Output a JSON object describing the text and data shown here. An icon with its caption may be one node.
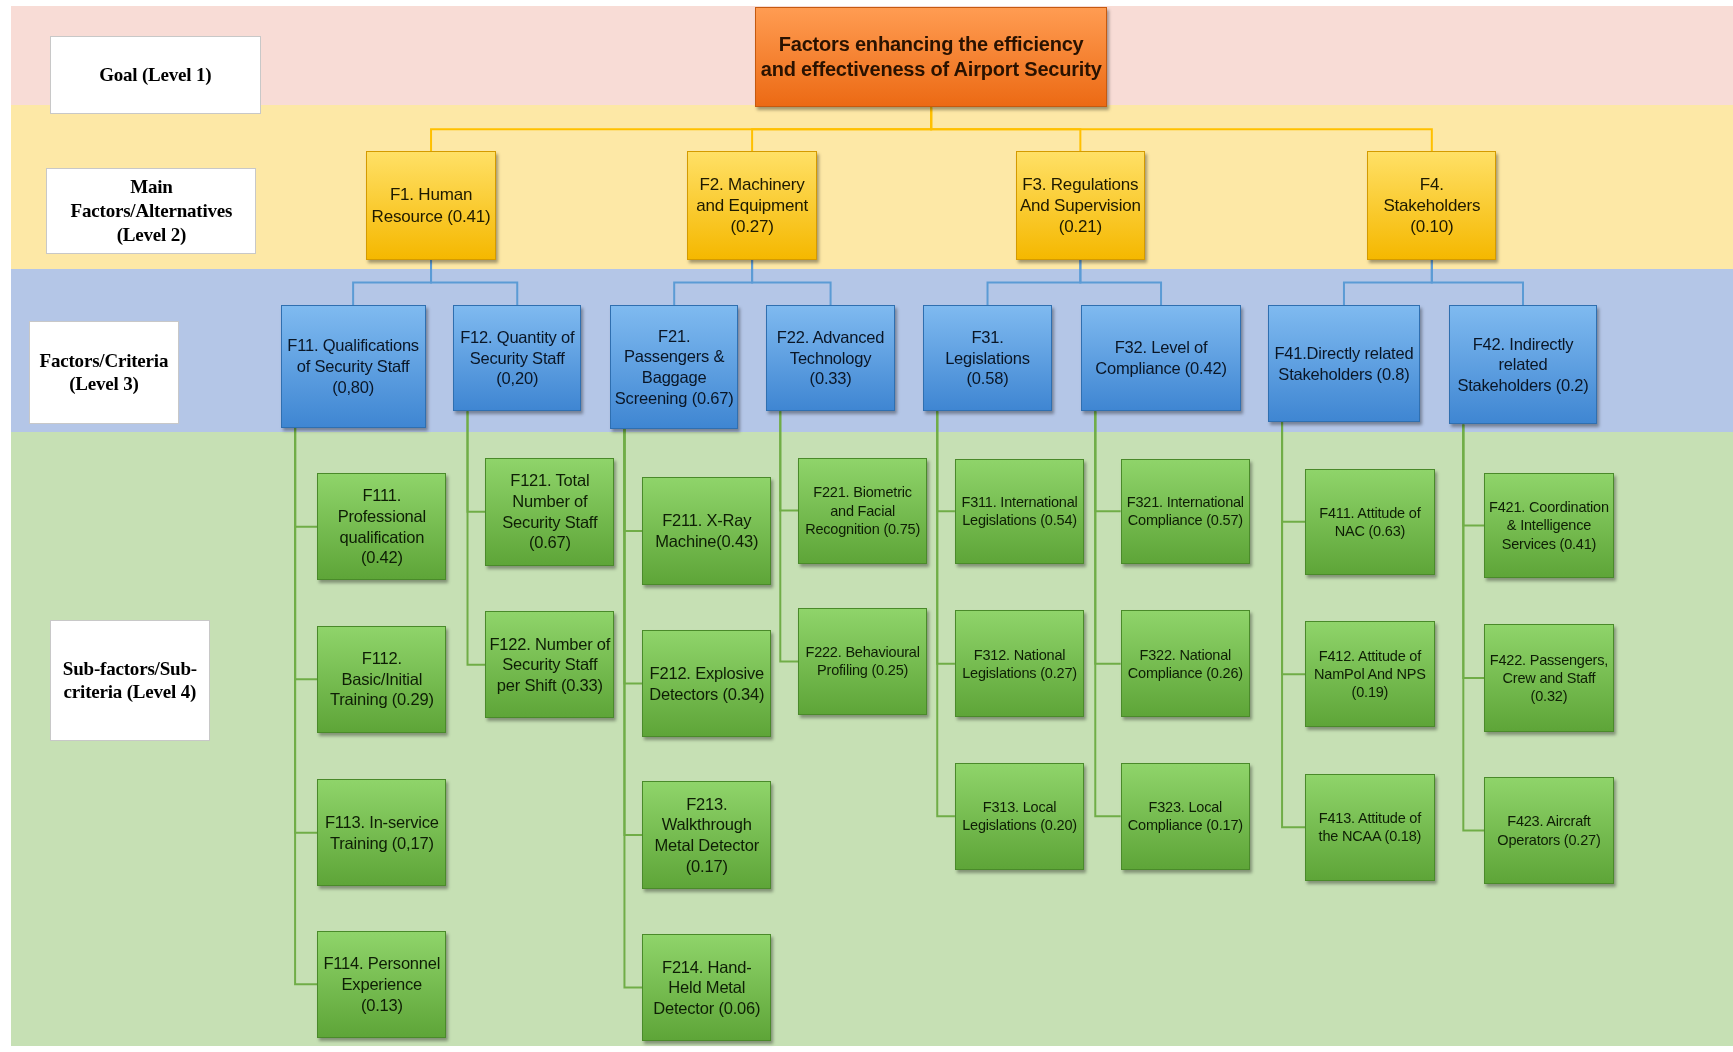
{
  "diagram": {
    "nodes": [
      {
        "text": [
          "Goal (Level 1)"
        ]
      },
      {
        "text": [
          "Factors enhancing the efficiency and effectiveness of Airport Security"
        ]
      },
      {
        "text": [
          "Main Factors/Alternatives (Level 2)"
        ]
      },
      {
        "text": [
          "F1. Human Resource (0.41)"
        ]
      },
      {
        "text": [
          "F2. Machinery and Equipment (0.27)"
        ]
      },
      {
        "text": [
          "F3. Regulations And Supervision (0.21)"
        ]
      },
      {
        "text": [
          "F4. Stakeholders (0.10)"
        ]
      },
      {
        "text": [
          "Factors/Criteria (Level 3)"
        ]
      },
      {
        "text": [
          "F11. Qualifications of Security Staff (0,80)"
        ]
      },
      {
        "text": [
          "F12. Quantity of Security Staff (0,20)"
        ]
      },
      {
        "text": [
          "F21. Passengers & Baggage Screening (0.67)"
        ]
      },
      {
        "text": [
          "F22. Advanced Technology (0.33)"
        ]
      },
      {
        "text": [
          "F31. Legislations (0.58)"
        ]
      },
      {
        "text": [
          "F32. Level of Compliance (0.42)"
        ]
      },
      {
        "text": [
          "F41.Directly related Stakeholders (0.8)"
        ]
      },
      {
        "text": [
          "F42. Indirectly related Stakeholders (0.2)"
        ]
      },
      {
        "text": [
          "Sub-factors/Sub-criteria (Level 4)"
        ]
      },
      {
        "text": [
          "F111. Professional qualification (0.42)"
        ]
      },
      {
        "text": [
          "F112. Basic/Initial Training (0.29)"
        ]
      },
      {
        "text": [
          "F113. In-service Training (0,17)"
        ]
      },
      {
        "text": [
          "F114. Personnel Experience (0.13)"
        ]
      },
      {
        "text": [
          "F121. Total Number of Security Staff (0.67)"
        ]
      },
      {
        "text": [
          "F122. Number of Security Staff per Shift (0.33)"
        ]
      },
      {
        "text": [
          "F211. X-Ray Machine(0.43)"
        ]
      },
      {
        "text": [
          "F212. Explosive Detectors (0.34)"
        ]
      },
      {
        "text": [
          "F213. Walkthrough Metal Detector (0.17)"
        ]
      },
      {
        "text": [
          "F214. Hand-Held Metal Detector (0.06)"
        ]
      },
      {
        "text": [
          "F221. Biometric and Facial Recognition (0.75)"
        ]
      },
      {
        "text": [
          "F222. Behavioural Profiling (0.25)"
        ]
      },
      {
        "text": [
          "F311. International Legislations (0.54)"
        ]
      },
      {
        "text": [
          "F312. National Legislations (0.27)"
        ]
      },
      {
        "text": [
          "F313. Local Legislations (0.20)"
        ]
      },
      {
        "text": [
          "F321. International Compliance (0.57)"
        ]
      },
      {
        "text": [
          "F322. National Compliance (0.26)"
        ]
      },
      {
        "text": [
          "F323. Local Compliance (0.17)"
        ]
      },
      {
        "text": [
          "F411. Attitude of NAC (0.63)"
        ]
      },
      {
        "text": [
          "F412. Attitude of NamPol And NPS (0.19)"
        ]
      },
      {
        "text": [
          "F413. Attitude of the NCAA (0.18)"
        ]
      },
      {
        "text": [
          "F421. Coordination & Intelligence Services (0.41)"
        ]
      },
      {
        "text": [
          "F422. Passengers, Crew and Staff (0.32)"
        ]
      },
      {
        "text": [
          "F423. Aircraft Operators (0.27)"
        ]
      }
    ],
    "edges": [
      {
        "from": 1,
        "to": 3,
        "arrow": "none",
        "color": "#ffc000"
      },
      {
        "from": 1,
        "to": 4,
        "arrow": "none",
        "color": "#ffc000"
      },
      {
        "from": 1,
        "to": 5,
        "arrow": "none",
        "color": "#ffc000"
      },
      {
        "from": 1,
        "to": 6,
        "arrow": "none",
        "color": "#ffc000"
      },
      {
        "from": 3,
        "to": 8,
        "arrow": "none",
        "color": "#5b9bd5"
      },
      {
        "from": 3,
        "to": 9,
        "arrow": "none",
        "color": "#5b9bd5"
      },
      {
        "from": 4,
        "to": 10,
        "arrow": "none",
        "color": "#5b9bd5"
      },
      {
        "from": 4,
        "to": 11,
        "arrow": "none",
        "color": "#5b9bd5"
      },
      {
        "from": 5,
        "to": 12,
        "arrow": "none",
        "color": "#5b9bd5"
      },
      {
        "from": 5,
        "to": 13,
        "arrow": "none",
        "color": "#5b9bd5"
      },
      {
        "from": 6,
        "to": 14,
        "arrow": "none",
        "color": "#5b9bd5"
      },
      {
        "from": 6,
        "to": 15,
        "arrow": "none",
        "color": "#5b9bd5"
      },
      {
        "from": 8,
        "to": 17,
        "arrow": "none"
      },
      {
        "from": 8,
        "to": 18,
        "arrow": "none"
      },
      {
        "from": 8,
        "to": 19,
        "arrow": "none"
      },
      {
        "from": 8,
        "to": 20,
        "arrow": "none"
      },
      {
        "from": 9,
        "to": 21,
        "arrow": "none"
      },
      {
        "from": 9,
        "to": 22,
        "arrow": "none"
      },
      {
        "from": 10,
        "to": 23,
        "arrow": "none"
      },
      {
        "from": 10,
        "to": 24,
        "arrow": "none"
      },
      {
        "from": 10,
        "to": 25,
        "arrow": "none"
      },
      {
        "from": 10,
        "to": 26,
        "arrow": "none"
      },
      {
        "from": 11,
        "to": 27,
        "arrow": "none"
      },
      {
        "from": 11,
        "to": 28,
        "arrow": "none"
      },
      {
        "from": 12,
        "to": 29,
        "arrow": "none"
      },
      {
        "from": 12,
        "to": 30,
        "arrow": "none"
      },
      {
        "from": 12,
        "to": 31,
        "arrow": "none"
      },
      {
        "from": 13,
        "to": 32,
        "arrow": "none"
      },
      {
        "from": 13,
        "to": 33,
        "arrow": "none"
      },
      {
        "from": 13,
        "to": 34,
        "arrow": "none"
      },
      {
        "from": 14,
        "to": 35,
        "arrow": "none"
      },
      {
        "from": 14,
        "to": 36,
        "arrow": "none"
      },
      {
        "from": 14,
        "to": 37,
        "arrow": "none"
      },
      {
        "from": 15,
        "to": 38,
        "arrow": "none"
      },
      {
        "from": 15,
        "to": 39,
        "arrow": "none"
      },
      {
        "from": 15,
        "to": 40,
        "arrow": "none"
      }
    ]
  }
}
